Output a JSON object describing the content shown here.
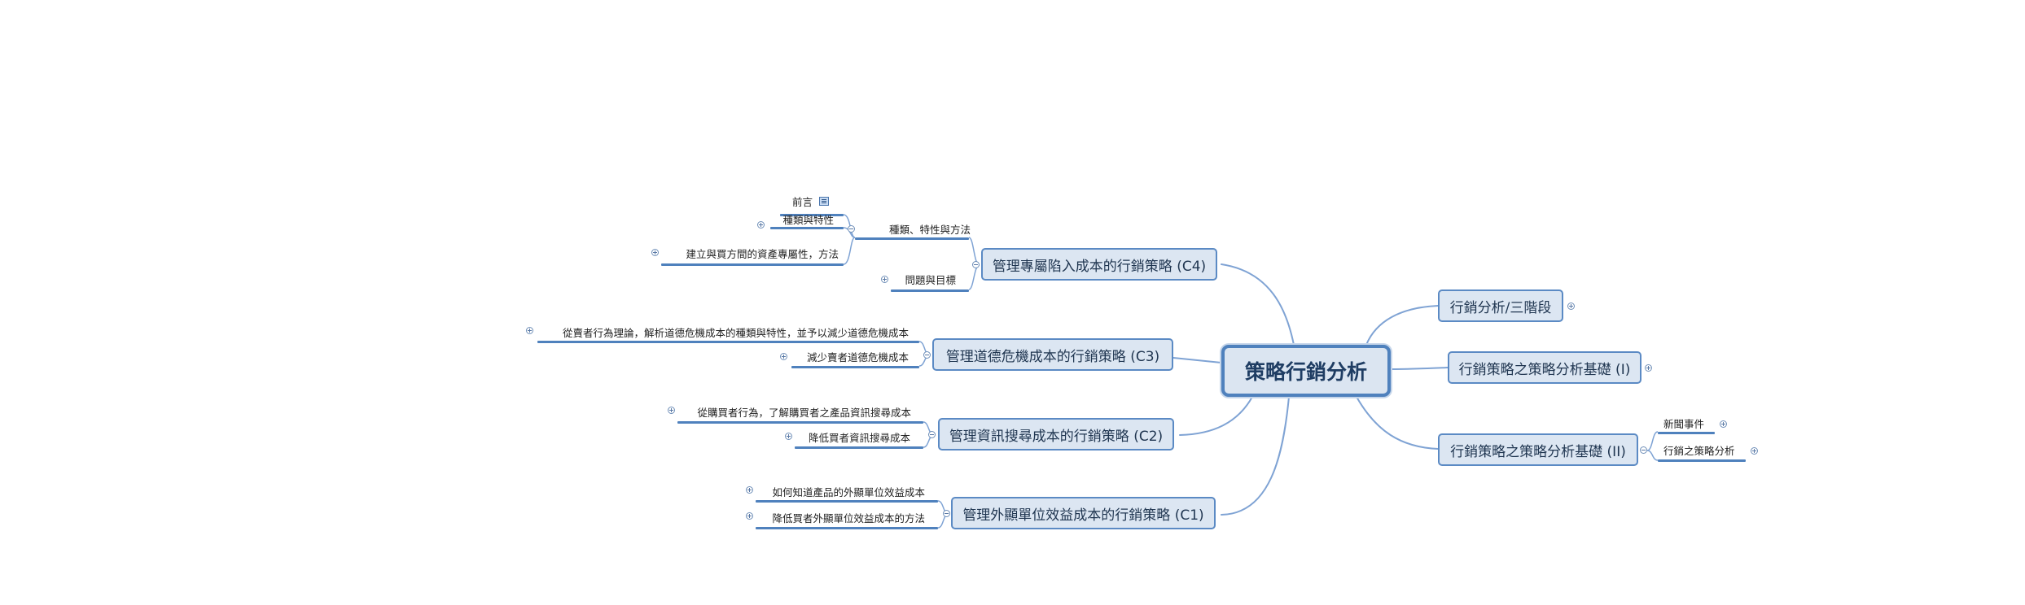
{
  "central": "策略行銷分析",
  "right": {
    "branch1": "行銷分析/三階段",
    "branch2": "行銷策略之策略分析基礎 (I)",
    "branch3": {
      "label": "行銷策略之策略分析基礎 (II)",
      "children": [
        "新聞事件",
        "行銷之策略分析"
      ]
    }
  },
  "left": {
    "c4": {
      "label": "管理專屬陷入成本的行銷策略 (C4)",
      "children": {
        "methods": {
          "label": "種類、特性與方法",
          "children": [
            "前言",
            "種類與特性",
            "建立與買方間的資產專屬性，方法"
          ]
        },
        "goals": "問題與目標"
      }
    },
    "c3": {
      "label": "管理道德危機成本的行銷策略 (C3)",
      "children": [
        "從賣者行為理論，解析道德危機成本的種類與特性，並予以減少道德危機成本",
        "減少賣者道德危機成本"
      ]
    },
    "c2": {
      "label": "管理資訊搜尋成本的行銷策略 (C2)",
      "children": [
        "從購買者行為，了解購買者之產品資訊搜尋成本",
        "降低買者資訊搜尋成本"
      ]
    },
    "c1": {
      "label": "管理外顯單位效益成本的行銷策略 (C1)",
      "children": [
        "如何知道產品的外顯單位效益成本",
        "降低買者外顯單位效益成本的方法"
      ]
    }
  },
  "icons": {
    "note": "note-icon",
    "expand": "expand-plus-icon",
    "collapse": "collapse-minus-icon"
  },
  "colors": {
    "accent": "#4f81bd",
    "node_fill": "#dce6f2",
    "central_fill": "#dbe5f1",
    "connector": "#7fa3d4"
  }
}
